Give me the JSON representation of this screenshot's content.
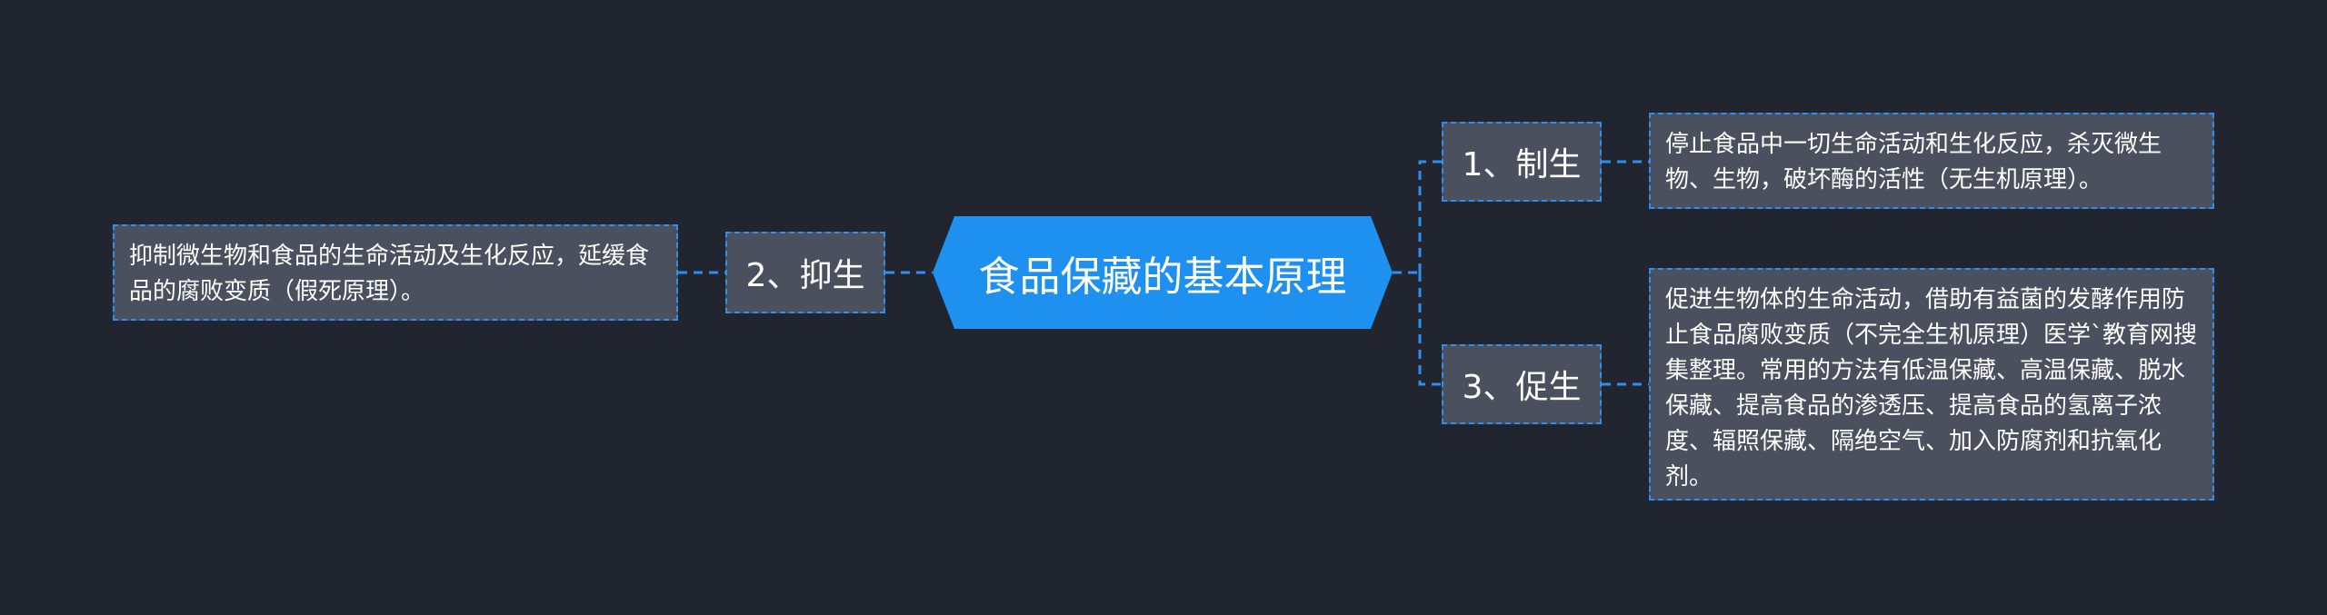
{
  "mindmap": {
    "root": {
      "label": "食品保藏的基本原理"
    },
    "branches": [
      {
        "label": "1、制生",
        "detail": "停止食品中一切生命活动和生化反应，杀灭微生物、生物，破坏酶的活性（无生机原理）。"
      },
      {
        "label": "2、抑生",
        "detail": "抑制微生物和食品的生命活动及生化反应，延缓食品的腐败变质（假死原理）。"
      },
      {
        "label": "3、促生",
        "detail": "促进生物体的生命活动，借助有益菌的发酵作用防止食品腐败变质（不完全生机原理）医学`教育网搜集整理。常用的方法有低温保藏、高温保藏、脱水保藏、提高食品的渗透压、提高食品的氢离子浓度、辐照保藏、隔绝空气、加入防腐剂和抗氧化剂。"
      }
    ],
    "colors": {
      "background": "#212530",
      "root_fill": "#1e90f0",
      "node_fill": "#4a505e",
      "accent": "#2d8ff0",
      "text": "#ffffff"
    }
  }
}
